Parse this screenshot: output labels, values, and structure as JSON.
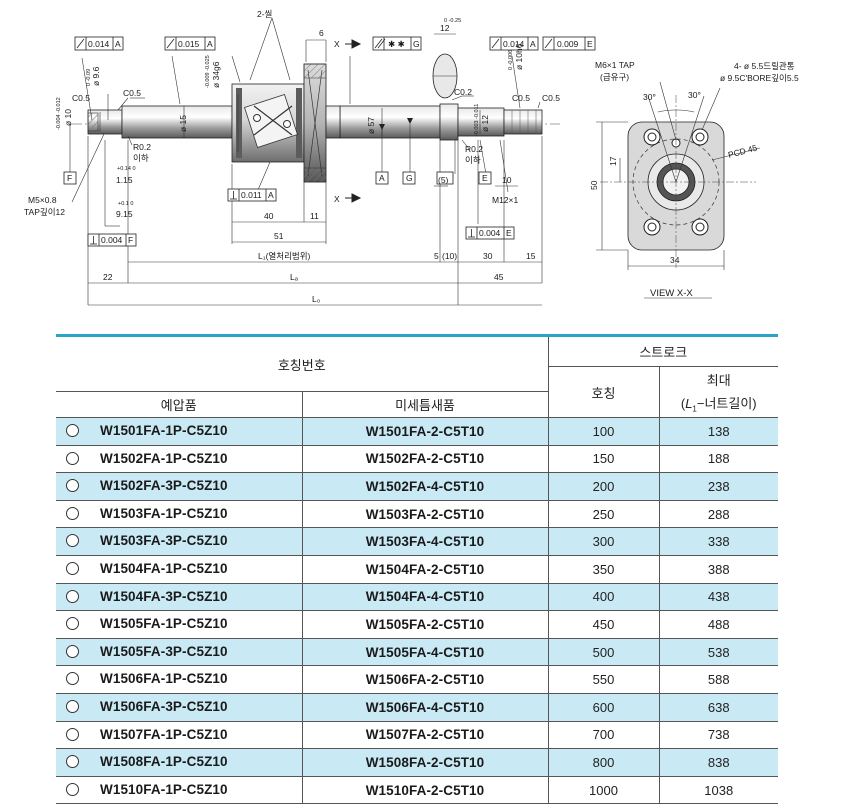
{
  "drawing": {
    "labels": {
      "tol_box_1": "0.014",
      "tol_datum_1": "A",
      "tol_box_2": "0.015",
      "tol_datum_2": "A",
      "tol_box_3": "✱ ✱",
      "tol_datum_3": "G",
      "tol_box_4": "0.014",
      "tol_datum_4": "A",
      "tol_box_5": "0.009",
      "tol_datum_5": "E",
      "tol_box_6": "0.011",
      "tol_datum_6": "A",
      "tol_box_7": "0.004",
      "tol_datum_7": "F",
      "tol_box_8": "0.004",
      "tol_datum_8": "E",
      "seal": "2-씰",
      "dim_6": "6",
      "dim_12": "12",
      "tol_12": "0 -0.25",
      "x_top": "X",
      "x_bottom": "X",
      "c05_a": "C0.5",
      "c05_b": "C0.5",
      "c05_c": "C0.5",
      "c05_d": "C0.5",
      "c02": "C0.2",
      "phi10": "ø 10",
      "phi10_tol": "-0.004 -0.012",
      "phi96": "ø 9.6",
      "phi96_tol": "0 -0.09",
      "phi15": "ø 15",
      "phi34": "ø 34g6",
      "phi34_tol": "-0.009 -0.025",
      "phi57": "ø 57",
      "phi12": "ø 12",
      "phi12_tol": "-0.003 -0.011",
      "phi10h6": "ø 10h6",
      "phi10h6_tol": "0 -0.006",
      "r02_a": "R0.2",
      "r02_a2": "이하",
      "r02_b": "R0.2",
      "r02_b2": "이하",
      "d115": "1.15",
      "d115_tol": "+0.14 0",
      "d915": "9.15",
      "d915_tol": "+0.1 0",
      "m5": "M5×0.8",
      "m5_tap": "TAP깊이12",
      "datum_f": "F",
      "datum_a": "A",
      "datum_g": "G",
      "datum_e": "E",
      "d40": "40",
      "d11": "11",
      "d51": "51",
      "d5a": "(5)",
      "d10b": "10",
      "m12": "M12×1",
      "d22": "22",
      "l1": "L₁(열처리범위)",
      "d5": "5",
      "d10p": "(10)",
      "d30": "30",
      "d15": "15",
      "la": "Lₐ",
      "d45": "45",
      "lo": "L₀",
      "m6_tap": "M6×1 TAP",
      "m6_sub": "(급유구)",
      "holes": "4- ø 5.5드릴관통",
      "cbore": "ø 9.5C'BORE깊이5.5",
      "ang1": "30°",
      "ang2": "30°",
      "pcd": "PCD 45",
      "d17": "17",
      "d50": "50",
      "d34": "34",
      "view": "VIEW X-X"
    }
  },
  "table": {
    "header": {
      "designation": "호칭번호",
      "stroke": "스트로크",
      "preload": "예압품",
      "clearance": "미세틈새품",
      "nominal": "호칭",
      "max": "최대",
      "max_sub_a": "(",
      "max_sub_l": "L",
      "max_sub_1": "1",
      "max_sub_b": "−너트길이)"
    },
    "rows": [
      {
        "p1": "W1501FA-1P-C5Z10",
        "p2": "W1501FA-2-C5T10",
        "nominal": "100",
        "max": "138"
      },
      {
        "p1": "W1502FA-1P-C5Z10",
        "p2": "W1502FA-2-C5T10",
        "nominal": "150",
        "max": "188"
      },
      {
        "p1": "W1502FA-3P-C5Z10",
        "p2": "W1502FA-4-C5T10",
        "nominal": "200",
        "max": "238"
      },
      {
        "p1": "W1503FA-1P-C5Z10",
        "p2": "W1503FA-2-C5T10",
        "nominal": "250",
        "max": "288"
      },
      {
        "p1": "W1503FA-3P-C5Z10",
        "p2": "W1503FA-4-C5T10",
        "nominal": "300",
        "max": "338"
      },
      {
        "p1": "W1504FA-1P-C5Z10",
        "p2": "W1504FA-2-C5T10",
        "nominal": "350",
        "max": "388"
      },
      {
        "p1": "W1504FA-3P-C5Z10",
        "p2": "W1504FA-4-C5T10",
        "nominal": "400",
        "max": "438"
      },
      {
        "p1": "W1505FA-1P-C5Z10",
        "p2": "W1505FA-2-C5T10",
        "nominal": "450",
        "max": "488"
      },
      {
        "p1": "W1505FA-3P-C5Z10",
        "p2": "W1505FA-4-C5T10",
        "nominal": "500",
        "max": "538"
      },
      {
        "p1": "W1506FA-1P-C5Z10",
        "p2": "W1506FA-2-C5T10",
        "nominal": "550",
        "max": "588"
      },
      {
        "p1": "W1506FA-3P-C5Z10",
        "p2": "W1506FA-4-C5T10",
        "nominal": "600",
        "max": "638"
      },
      {
        "p1": "W1507FA-1P-C5Z10",
        "p2": "W1507FA-2-C5T10",
        "nominal": "700",
        "max": "738"
      },
      {
        "p1": "W1508FA-1P-C5Z10",
        "p2": "W1508FA-2-C5T10",
        "nominal": "800",
        "max": "838"
      },
      {
        "p1": "W1510FA-1P-C5Z10",
        "p2": "W1510FA-2-C5T10",
        "nominal": "1000",
        "max": "1038"
      }
    ]
  },
  "colors": {
    "accent_line": "#2aa3c8",
    "row_shade": "#c9e9f5"
  }
}
